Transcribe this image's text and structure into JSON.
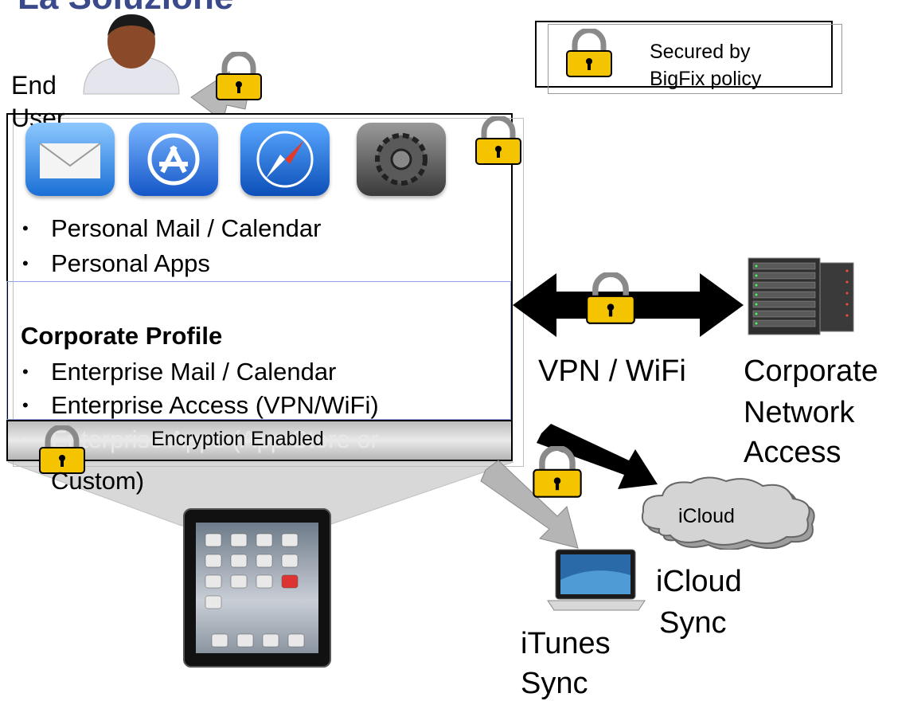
{
  "slide": {
    "title": "La Soluzione"
  },
  "legend": {
    "text_line1": "Secured by",
    "text_line2": "BigFix policy"
  },
  "end_user": {
    "line1": "End",
    "line2": "User"
  },
  "personal": {
    "items": [
      "Personal Mail / Calendar",
      "Personal Apps"
    ],
    "icons": [
      "mail-icon",
      "app-store-icon",
      "safari-icon",
      "settings-icon"
    ]
  },
  "corporate": {
    "heading": "Corporate Profile",
    "items": [
      "Enterprise Mail / Calendar",
      "Enterprise Access (VPN/WiFi)"
    ],
    "partial_item": "Enterprise Apps (App Store or",
    "partial_item_cont": "Custom)"
  },
  "encryption": {
    "label": "Encryption Enabled"
  },
  "network": {
    "connection_label": "VPN / WiFi",
    "target_line1": "Corporate",
    "target_line2": "Network",
    "target_line3": "Access"
  },
  "icloud": {
    "cloud_label": "iCloud",
    "sync_line1": "iCloud",
    "sync_line2": "Sync"
  },
  "itunes": {
    "line1": "iTunes",
    "line2": "Sync"
  },
  "colors": {
    "title": "#3b4a8a",
    "lock": "#f5c400",
    "panel_border": "#000000",
    "corporate_border": "#8fa3e6"
  }
}
